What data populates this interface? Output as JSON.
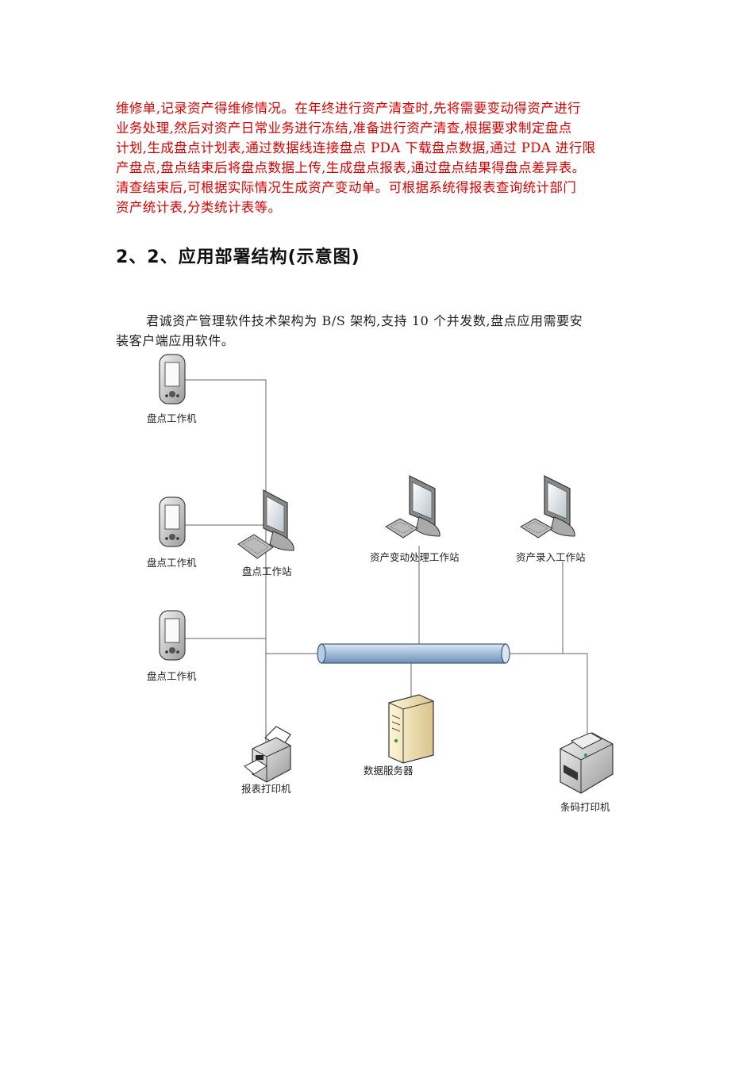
{
  "paragraph_red": [
    "维修单,记录资产得维修情况。在年终进行资产清查时,先将需要变动得资产进行",
    "业务处理,然后对资产日常业务进行冻结,准备进行资产清查,根据要求制定盘点",
    "计划,生成盘点计划表,通过数据线连接盘点 PDA 下载盘点数据,通过 PDA 进行限",
    "产盘点,盘点结束后将盘点数据上传,生成盘点报表,通过盘点结果得盘点差异表。",
    "清查结束后,可根据实际情况生成资产变动单。可根据系统得报表查询统计部门",
    "资产统计表,分类统计表等。"
  ],
  "section_heading": "2、2、应用部署结构(示意图)",
  "intro": [
    "君诚资产管理软件技术架构为 B/S 架构,支持 10 个并发数,盘点应用需要安",
    "装客户端应用软件。"
  ],
  "diagram": {
    "pda_1": "盘点工作机",
    "pda_2": "盘点工作机",
    "pda_3": "盘点工作机",
    "inventory_station": "盘点工作站",
    "asset_change_station": "资产变动处理工作站",
    "asset_entry_station": "资产录入工作站",
    "database_server": "数据服务器",
    "report_printer": "报表打印机",
    "barcode_printer": "条码打印机"
  }
}
